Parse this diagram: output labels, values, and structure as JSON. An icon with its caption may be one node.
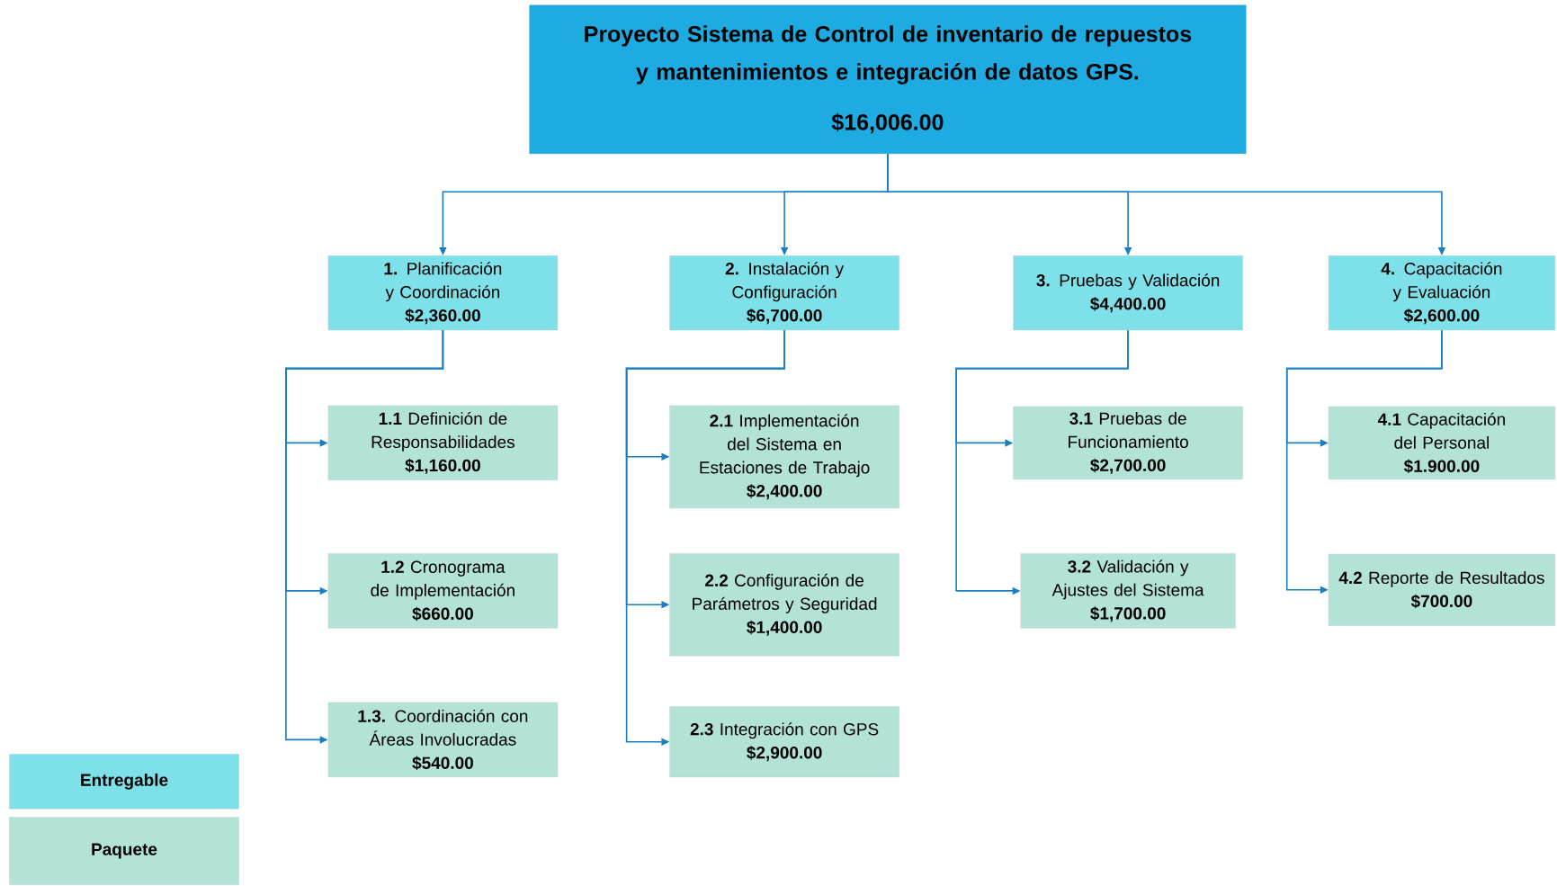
{
  "diagram": {
    "nodes": [
      {
        "text": [
          "Proyecto Sistema de Control de inventario de repuestos y mantenimientos e integración de datos GPS.",
          "$16,006.00"
        ]
      },
      {
        "text": [
          "**1.** Planificación y Coordinación",
          "$2,360.00"
        ]
      },
      {
        "text": [
          "**2.** Instalación y Configuración",
          "$6,700.00"
        ]
      },
      {
        "text": [
          "**3.** Pruebas y Validación",
          "$4,400.00"
        ]
      },
      {
        "text": [
          "**4.** Capacitación y Evaluación",
          "$2,600.00"
        ]
      },
      {
        "text": [
          "**1.1** Definición de Responsabilidades",
          "$1,160.00"
        ]
      },
      {
        "text": [
          "**1.2** Cronograma de Implementación",
          "$660.00"
        ]
      },
      {
        "text": [
          "**1.3.** Coordinación con Áreas Involucradas",
          "$540.00"
        ]
      },
      {
        "text": [
          "**2.1** Implementación del Sistema en Estaciones de Trabajo",
          "$2,400.00"
        ]
      },
      {
        "text": [
          "**2.2** Configuración de Parámetros y Seguridad",
          "$1,400.00"
        ]
      },
      {
        "text": [
          "**2.3** Integración con GPS",
          "$2,900.00"
        ]
      },
      {
        "text": [
          "**3.1** Pruebas de Funcionamiento",
          "$2,700.00"
        ]
      },
      {
        "text": [
          "**3.2** Validación y Ajustes del Sistema",
          "$1,700.00"
        ]
      },
      {
        "text": [
          "**4.1** Capacitación del Personal",
          "$1.900.00"
        ]
      },
      {
        "text": [
          "**4.2** Reporte de Resultados",
          "$700.00"
        ]
      }
    ],
    "edges": [
      {
        "from": 0,
        "to": 1,
        "arrow": "to"
      },
      {
        "from": 0,
        "to": 2,
        "arrow": "to"
      },
      {
        "from": 0,
        "to": 3,
        "arrow": "to"
      },
      {
        "from": 0,
        "to": 4,
        "arrow": "to"
      },
      {
        "from": 1,
        "to": 5,
        "arrow": "to"
      },
      {
        "from": 1,
        "to": 6,
        "arrow": "to"
      },
      {
        "from": 1,
        "to": 7,
        "arrow": "to"
      },
      {
        "from": 2,
        "to": 8,
        "arrow": "to"
      },
      {
        "from": 2,
        "to": 9,
        "arrow": "to"
      },
      {
        "from": 2,
        "to": 10,
        "arrow": "to"
      },
      {
        "from": 3,
        "to": 11,
        "arrow": "to"
      },
      {
        "from": 3,
        "to": 12,
        "arrow": "to"
      },
      {
        "from": 4,
        "to": 13,
        "arrow": "to"
      },
      {
        "from": 4,
        "to": 14,
        "arrow": "to"
      }
    ],
    "legend": [
      {
        "text": "Entregable",
        "color": "#7ee0e8"
      },
      {
        "text": "Paquete",
        "color": "#b3e3d6"
      }
    ]
  }
}
